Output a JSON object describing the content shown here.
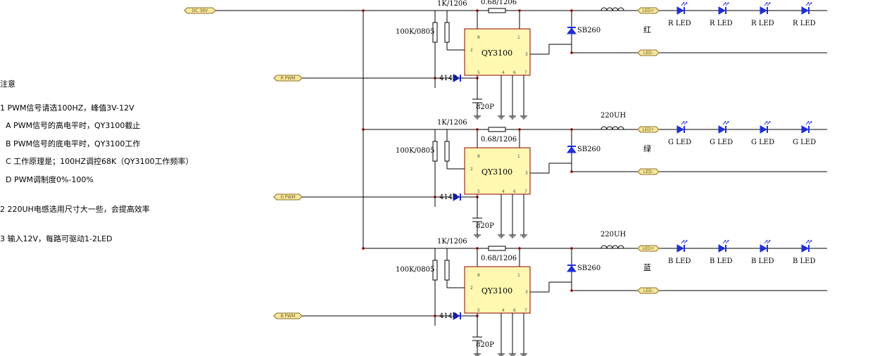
{
  "ports": {
    "dc_in": "DC 36V",
    "pwm": [
      "R PWM",
      "G PWM",
      "B PWM"
    ],
    "led_plus": "LED+",
    "led_minus": "LED-"
  },
  "parts": {
    "ic": "QY3100",
    "r_pull": "100K/0805",
    "r_gate": "1K/1206",
    "r_sense": "0.68/1206",
    "schottky": "SB260",
    "diode": "4148",
    "cap": "820P",
    "inductor": "220UH",
    "ic_pins": [
      "8",
      "1",
      "2",
      "3",
      "5",
      "4",
      "6",
      "7"
    ]
  },
  "channels": [
    {
      "color_label": "红",
      "led_label": "R LED",
      "show_inductor_label": false
    },
    {
      "color_label": "绿",
      "led_label": "G LED",
      "show_inductor_label": true
    },
    {
      "color_label": "蓝",
      "led_label": "B LED",
      "show_inductor_label": true
    }
  ],
  "notes": {
    "title": "注意",
    "n1": "1  PWM信号请选100HZ，峰值3V-12V",
    "a": "A  PWM信号的高电平时，QY3100截止",
    "b": "B  PWM信号的底电平时，QY3100工作",
    "c": "C  工作原理是；100HZ调控68K（QY3100工作频率）",
    "d": "D  PWM调制度0%-100%",
    "n2": "2  220UH电感选用尺寸大一些，会提高效率",
    "n3": "3  输入12V，每路可驱动1-2LED"
  },
  "colors": {
    "wire": "#000000",
    "ic_fill": "#fff8b0",
    "ic_border": "#8b0000",
    "port_fill": "#f7e79a",
    "diode": "#1f2fd6"
  }
}
